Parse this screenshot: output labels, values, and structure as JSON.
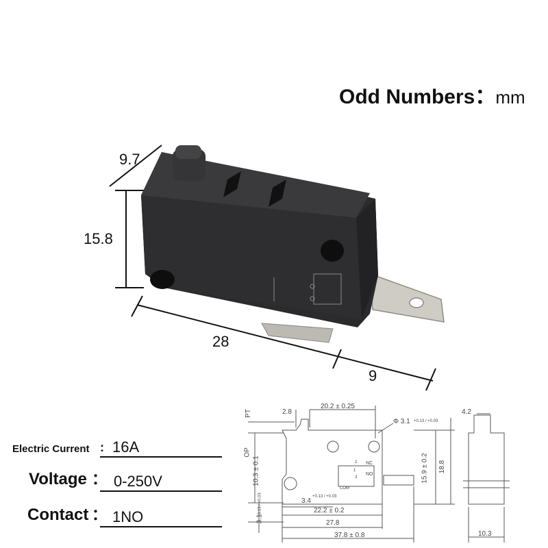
{
  "header": {
    "label": "Odd Numbers",
    "separator": "：",
    "unit": "mm"
  },
  "photo_dimensions": {
    "top_depth": "9.7",
    "height": "15.8",
    "body_length": "28",
    "terminal_length": "9"
  },
  "drawing": {
    "pt": "PT",
    "op": "OP",
    "d_2_8": "2.8",
    "d_20_2": "20.2 ± 0.25",
    "d_hole": "Φ 3.1",
    "d_hole_tol": "+0.13 / +0.03",
    "d_10_3_01": "10.3 ± 0.1",
    "d_15_9": "15.9 ± 0.2",
    "d_18_8": "18.8",
    "d_3_4": "3.4",
    "d_3_4_tol": "+0.13 / +0.03",
    "d_22_2": "22.2 ± 0.2",
    "d_27_8": "27.8",
    "d_37_8": "37.8 ± 0.8",
    "d_3_1": "3.1",
    "d_3_1_tol": "+0.13 / +0.03",
    "d_4_2": "4.2",
    "d_10_3": "10.3",
    "nc": "NC",
    "no": "NO",
    "com": "COM",
    "pin2": "2",
    "pin1": "1",
    "pin3": "3"
  },
  "specs": [
    {
      "name": "Electric Current",
      "sep": ":",
      "value": "16A"
    },
    {
      "name": "Voltage",
      "sep": "：",
      "value": "0-250V"
    },
    {
      "name": "Contact",
      "sep": "：",
      "value": "1NO"
    }
  ],
  "colors": {
    "body": "#2b2b2d",
    "terminal": "#c9c6c0",
    "line": "#111111",
    "drawing": "#555555"
  }
}
